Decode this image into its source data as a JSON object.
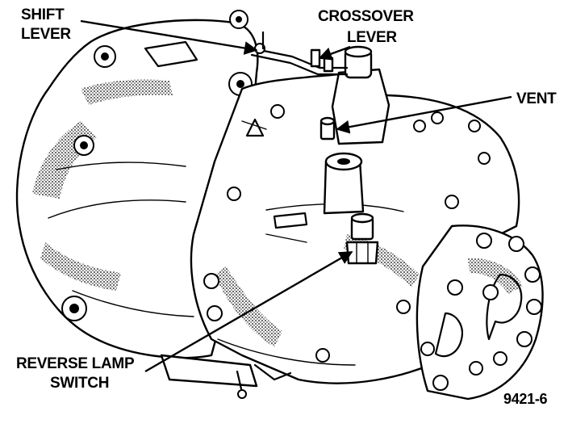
{
  "labels": {
    "shift_lever_line1": "SHIFT",
    "shift_lever_line2": "LEVER",
    "crossover_lever_line1": "CROSSOVER",
    "crossover_lever_line2": "LEVER",
    "vent": "VENT",
    "reverse_lamp_switch_line1": "REVERSE LAMP",
    "reverse_lamp_switch_line2": "SWITCH"
  },
  "figure_number": "9421-6"
}
